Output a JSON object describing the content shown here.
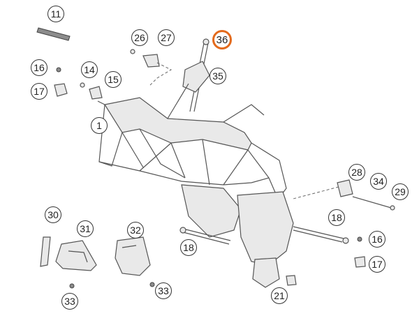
{
  "diagram": {
    "callouts": [
      "11",
      "26",
      "27",
      "36",
      "16",
      "14",
      "15",
      "17",
      "35",
      "1",
      "28",
      "34",
      "29",
      "18",
      "30",
      "31",
      "32",
      "16",
      "18",
      "17",
      "33",
      "21",
      "33"
    ],
    "highlighted_callout": "36",
    "highlight_color": "#e36a1c"
  }
}
